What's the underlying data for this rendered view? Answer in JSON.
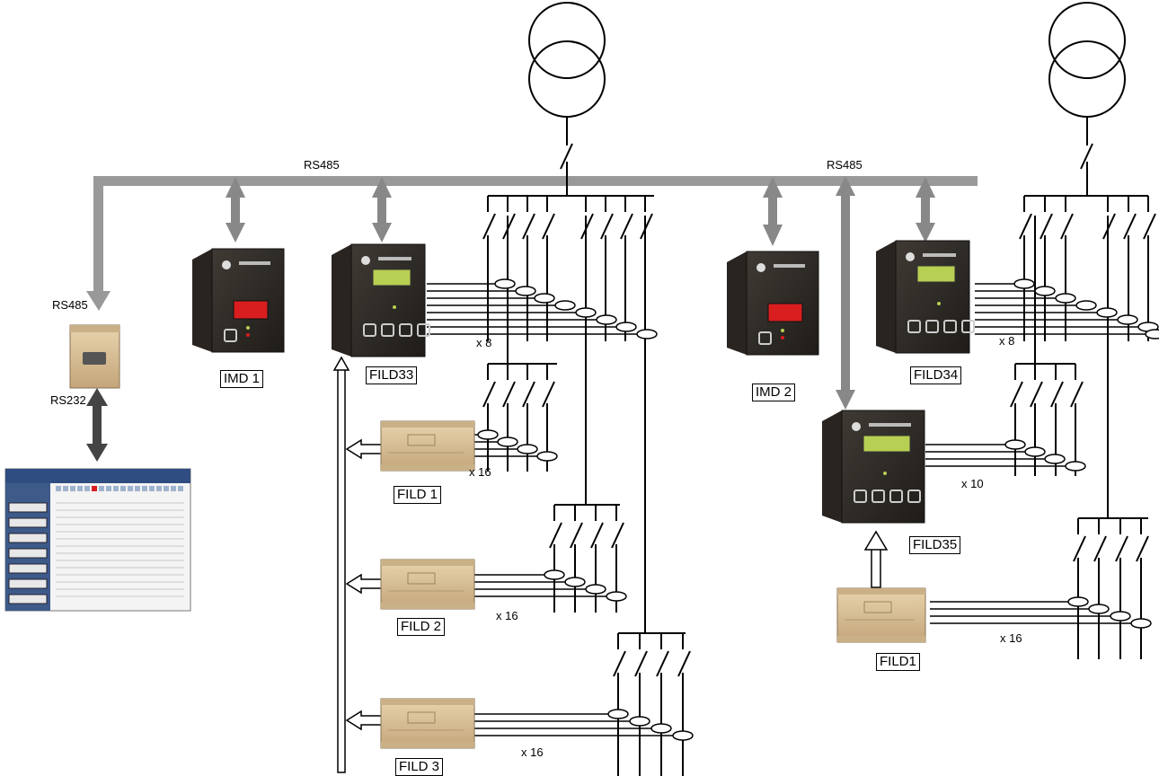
{
  "bus_labels": {
    "left": "RS485",
    "right": "RS485"
  },
  "converter_labels": {
    "top": "RS485",
    "bottom": "RS232"
  },
  "devices": {
    "imd1": "IMD 1",
    "imd2": "IMD 2",
    "fild33": "FILD33",
    "fild34": "FILD34",
    "fild35": "FILD35",
    "fild1_left": "FILD 1",
    "fild2": "FILD 2",
    "fild3": "FILD 3",
    "fild1_right": "FILD1"
  },
  "multipliers": {
    "fild33": "x 8",
    "fild34": "x 8",
    "fild35": "x 10",
    "fild1_left": "x 16",
    "fild2": "x 16",
    "fild3": "x 16",
    "fild1_right": "x 16"
  },
  "colors": {
    "bus": "#999999",
    "arrow_dark": "#444444",
    "device_panel": "#2e2a26",
    "device_lcd_green": "#b7cf52",
    "device_lcd_red": "#d81e1e",
    "module_beige": "#d8bf94"
  }
}
